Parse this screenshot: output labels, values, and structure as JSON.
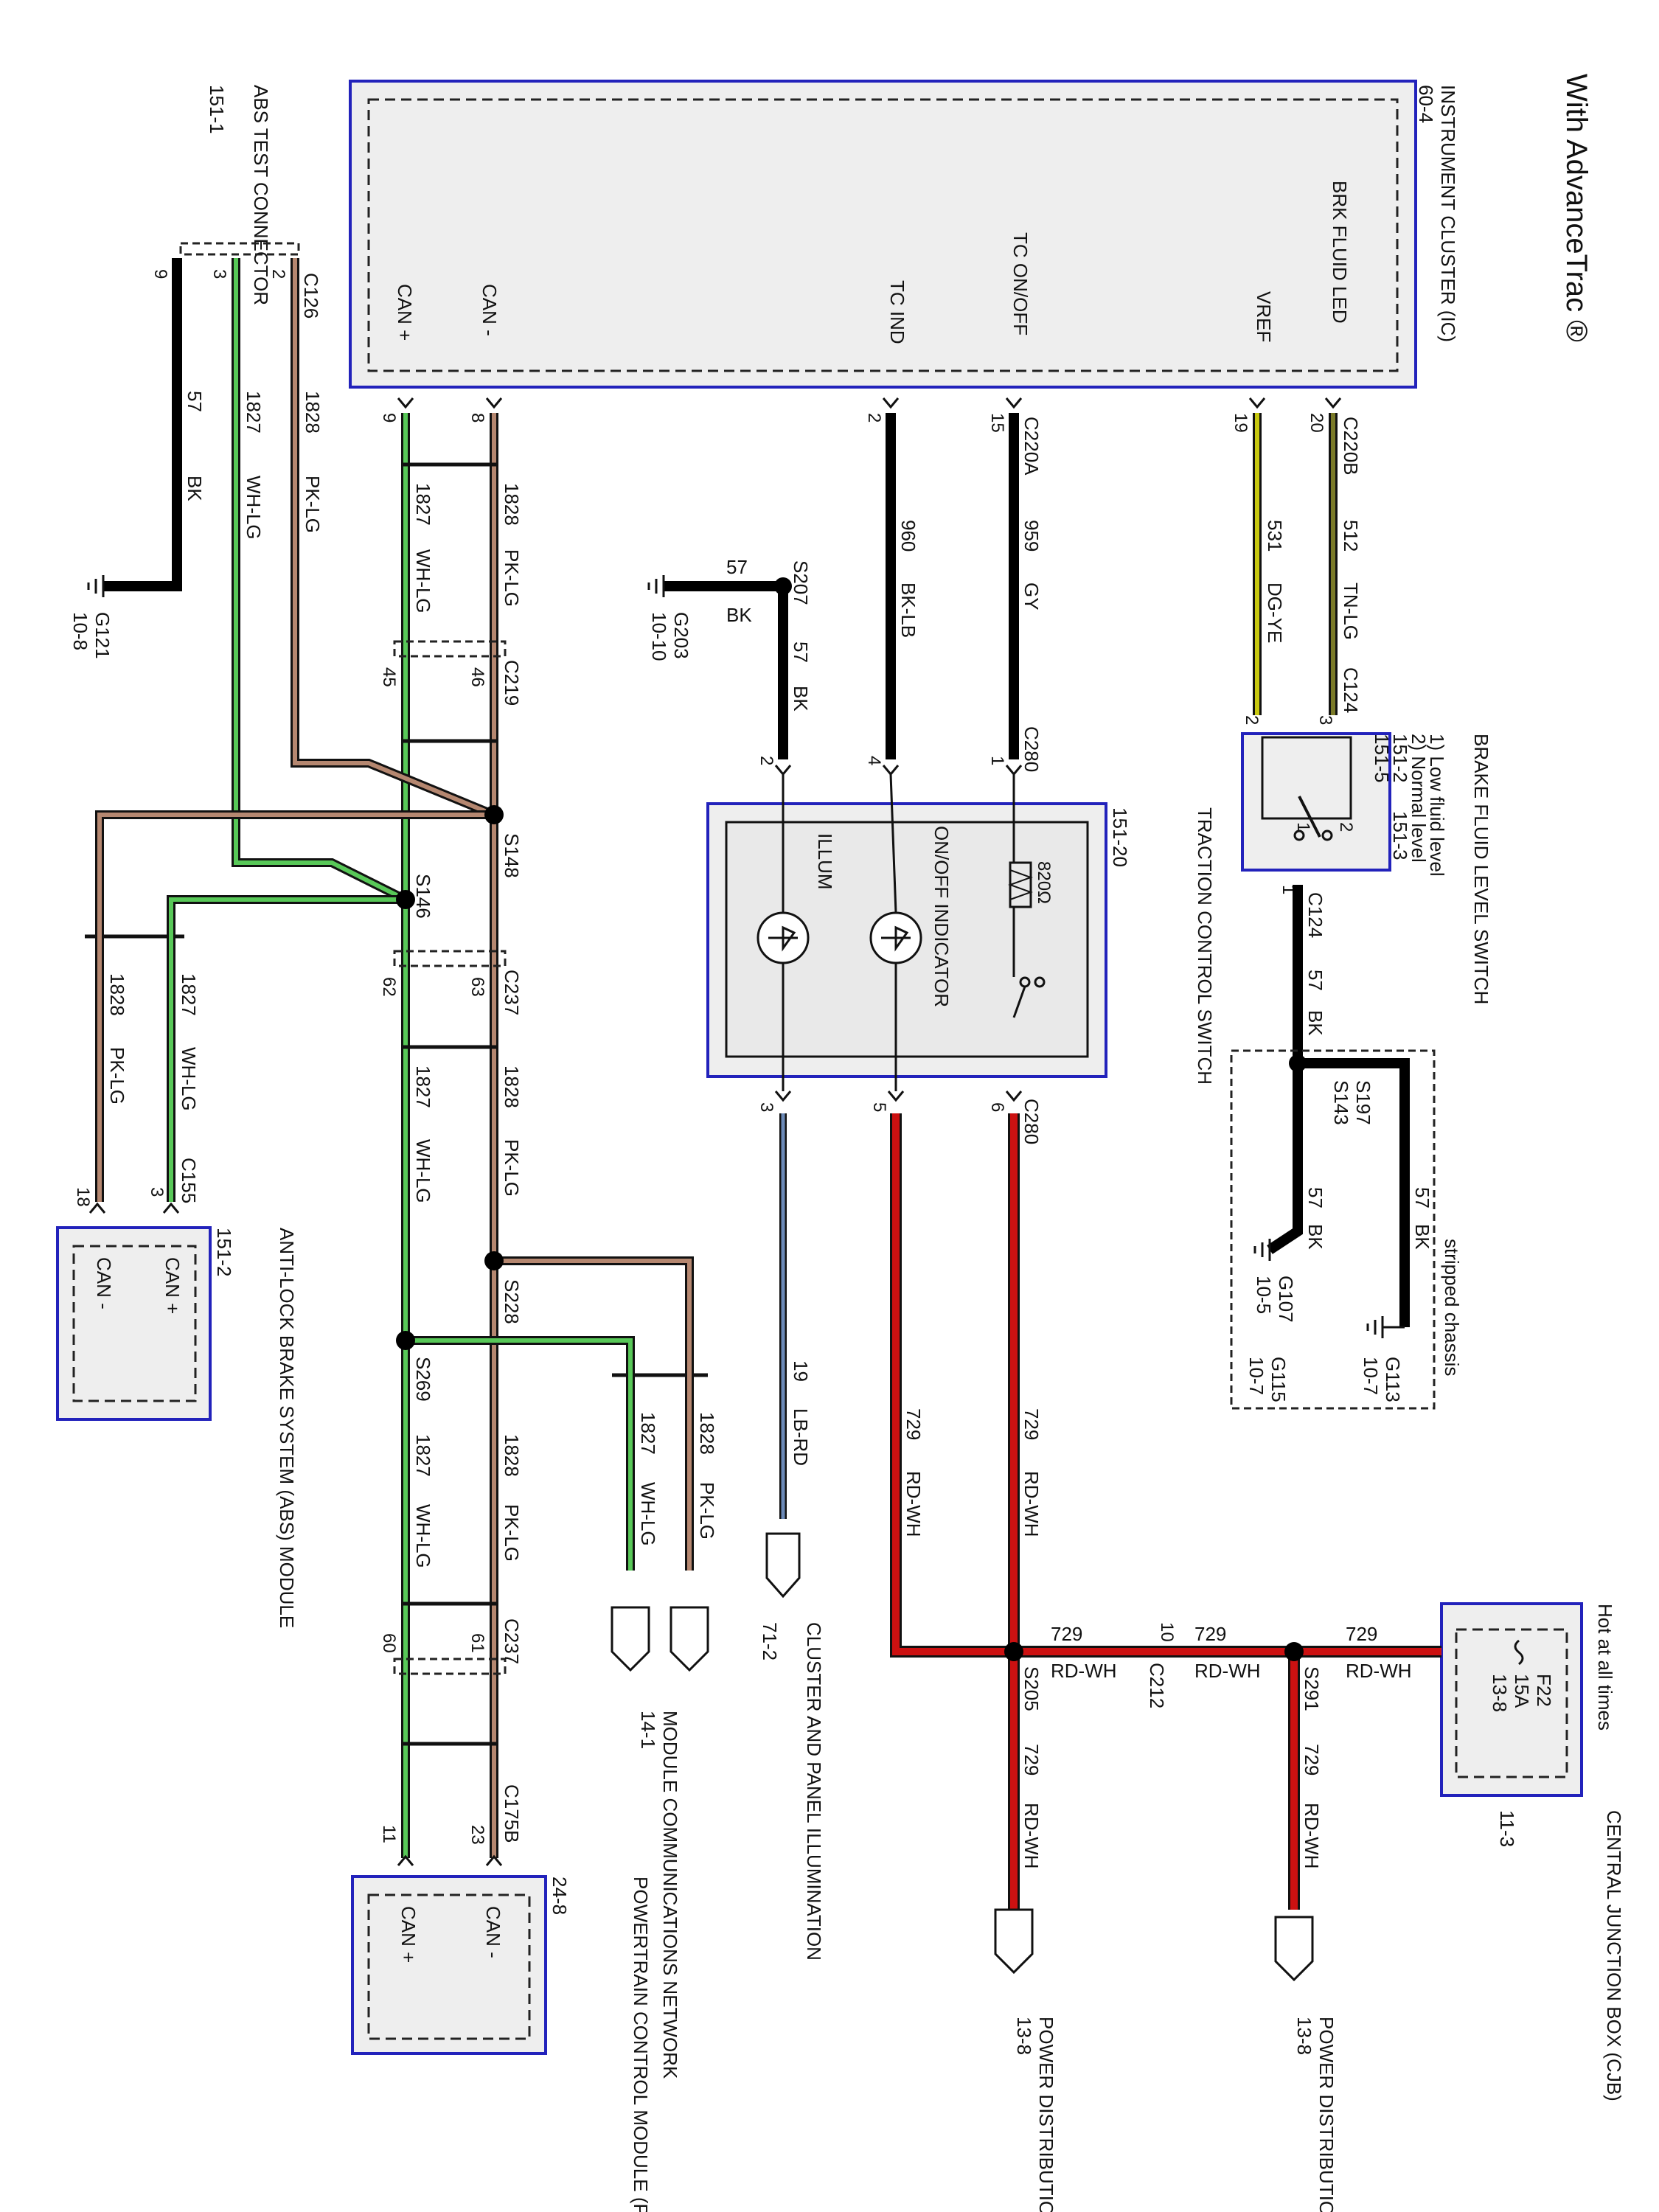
{
  "title": "With AdvanceTrac ®",
  "modules": {
    "instrument_cluster": {
      "name": "INSTRUMENT CLUSTER (IC)",
      "ref": "60-4",
      "pins": {
        "brk_fluid_led": "BRK FLUID LED",
        "vref": "VREF",
        "tc_onoff": "TC ON/OFF",
        "tc_ind": "TC IND",
        "can_minus": "CAN -",
        "can_plus": "CAN +"
      }
    },
    "abs_test_connector": {
      "name": "ABS TEST CONNECTOR",
      "ref": "151-1"
    },
    "brake_fluid_switch": {
      "name": "BRAKE FLUID LEVEL SWITCH",
      "note1": "1) Low fluid level",
      "note2": "2) Normal level",
      "ref1": "151-2",
      "ref2": "151-3",
      "ref3": "151-5"
    },
    "traction_control_switch": {
      "name": "TRACTION CONTROL SWITCH",
      "ref": "151-20",
      "resistor": "820Ω",
      "indicator": "ON/OFF INDICATOR",
      "illum": "ILLUM"
    },
    "abs_module": {
      "name": "ANTI-LOCK BRAKE SYSTEM (ABS) MODULE",
      "ref": "151-2",
      "can_plus": "CAN +",
      "can_minus": "CAN -"
    },
    "pcm": {
      "name": "POWERTRAIN CONTROL MODULE (PCM)",
      "ref": "24-8",
      "can_minus": "CAN -",
      "can_plus": "CAN +"
    },
    "cjb": {
      "name": "CENTRAL JUNCTION BOX (CJB)",
      "ref": "11-3",
      "hot": "Hot at all times",
      "fuse": "F22",
      "amps": "15A",
      "fuse_ref": "13-8"
    },
    "module_network": {
      "name": "MODULE COMMUNICATIONS NETWORK",
      "ref": "14-1"
    },
    "cluster_illum": {
      "name": "CLUSTER AND PANEL ILLUMINATION",
      "ref": "71-2"
    },
    "power_dist": {
      "name": "POWER DISTRIBUTION",
      "ref": "13-8"
    }
  },
  "connectors": {
    "c220b": "C220B",
    "c220a": "C220A",
    "c124": "C124",
    "c280": "C280",
    "c126": "C126",
    "c219": "C219",
    "c237": "C237",
    "c175b": "C175B",
    "c155": "C155",
    "c212": "C212"
  },
  "splices": {
    "s207": "S207",
    "s148": "S148",
    "s146": "S146",
    "s228": "S228",
    "s269": "S269",
    "s197": "S197",
    "s143": "S143",
    "s205": "S205",
    "s291": "S291"
  },
  "grounds": {
    "g121": "G121",
    "g121_ref": "10-8",
    "g203": "G203",
    "g203_ref": "10-10",
    "g107": "G107",
    "g107_ref": "10-5",
    "g113": "G113",
    "g113_ref": "10-7",
    "g115": "G115",
    "g115_ref": "10-7",
    "stripped": "stripped chassis"
  },
  "wire_colors": {
    "BK": "#000000",
    "WH-LG": "#58c858",
    "PK-LG": "#b58770",
    "TN-LG": "#7a7a28",
    "DG-YE": "#c8c810",
    "GY": "#000000",
    "BK-LB": "#000000",
    "RD-WH": "#cc1111",
    "LB-RD": "#6c8ab8"
  },
  "circuits": {
    "c512": "512",
    "tn_lg": "TN-LG",
    "c531": "531",
    "dg_ye": "DG-YE",
    "c959": "959",
    "gy": "GY",
    "c960": "960",
    "bk_lb": "BK-LB",
    "c57": "57",
    "bk": "BK",
    "c1827": "1827",
    "wh_lg": "WH-LG",
    "c1828": "1828",
    "pk_lg": "PK-LG",
    "c729": "729",
    "rd_wh": "RD-WH",
    "c19": "19",
    "lb_rd": "LB-RD"
  },
  "pins": {
    "p20": "20",
    "p19": "19",
    "p15": "15",
    "p2": "2",
    "p8": "8",
    "p9": "9",
    "p3": "3",
    "p1": "1",
    "p4": "4",
    "p5": "5",
    "p6": "6",
    "p46": "46",
    "p45": "45",
    "p63": "63",
    "p62": "62",
    "p61": "61",
    "p60": "60",
    "p23": "23",
    "p11": "11",
    "p18": "18",
    "p10": "10"
  }
}
